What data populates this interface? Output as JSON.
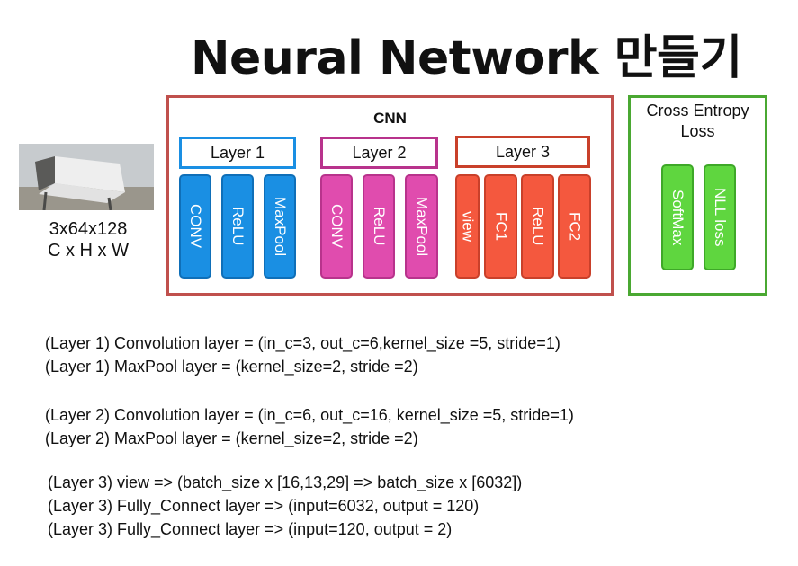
{
  "title": "Neural Network 만들기",
  "input": {
    "shape": "3x64x128",
    "dims": "C x H x W"
  },
  "cnn": {
    "label": "CNN",
    "layers": [
      {
        "label": "Layer 1",
        "color": "#1a8fe3",
        "blocks": [
          "CONV",
          "ReLU",
          "MaxPool"
        ]
      },
      {
        "label": "Layer 2",
        "color": "#e04cae",
        "blocks": [
          "CONV",
          "ReLU",
          "MaxPool"
        ]
      },
      {
        "label": "Layer 3",
        "color": "#f4583e",
        "blocks": [
          "view",
          "FC1",
          "ReLU",
          "FC2"
        ]
      }
    ]
  },
  "loss": {
    "label": "Cross Entropy Loss",
    "color": "#5fd63f",
    "blocks": [
      "SoftMax",
      "NLL loss"
    ]
  },
  "descriptions": [
    "(Layer 1) Convolution layer = (in_c=3, out_c=6,kernel_size =5, stride=1)",
    "(Layer 1) MaxPool layer = (kernel_size=2, stride =2)",
    "(Layer 2) Convolution layer = (in_c=6, out_c=16, kernel_size =5, stride=1)",
    "(Layer 2) MaxPool layer = (kernel_size=2, stride =2)",
    "(Layer 3) view => (batch_size x [16,13,29] => batch_size x [6032])",
    "(Layer 3) Fully_Connect layer => (input=6032, output = 120)",
    "(Layer 3) Fully_Connect layer => (input=120, output = 2)"
  ],
  "colors": {
    "cnn_border": "#c0504d",
    "loss_border": "#4aa832",
    "layer1_border": "#1a8fe3",
    "layer2_border": "#b8338c",
    "layer3_border": "#c9402a"
  }
}
